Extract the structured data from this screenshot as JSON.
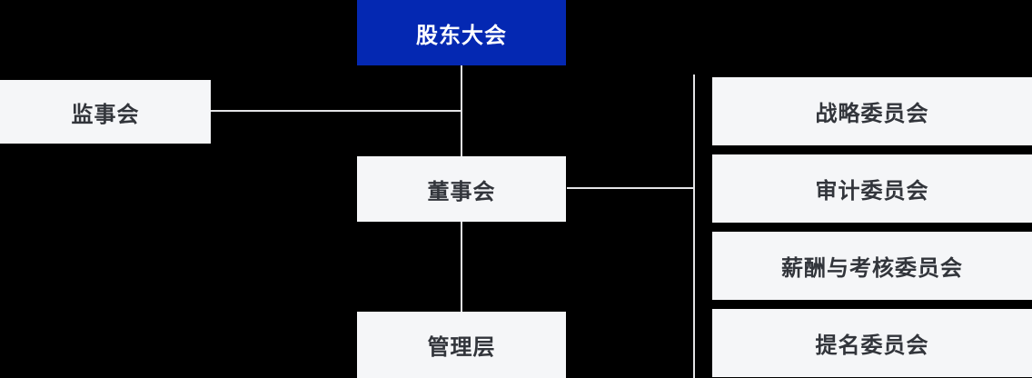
{
  "colors": {
    "background": "#000000",
    "primary_blue": "#0428B2",
    "primary_text": "#FFFFFF",
    "box_bg": "#F5F6F8",
    "box_text": "#32353B",
    "line_color": "#E4E4E6"
  },
  "org_chart": {
    "root": {
      "label": "股东大会"
    },
    "supervisory_board": {
      "label": "监事会"
    },
    "board_of_directors": {
      "label": "董事会"
    },
    "management": {
      "label": "管理层"
    },
    "committees": [
      {
        "label": "战略委员会"
      },
      {
        "label": "审计委员会"
      },
      {
        "label": "薪酬与考核委员会"
      },
      {
        "label": "提名委员会"
      }
    ]
  }
}
